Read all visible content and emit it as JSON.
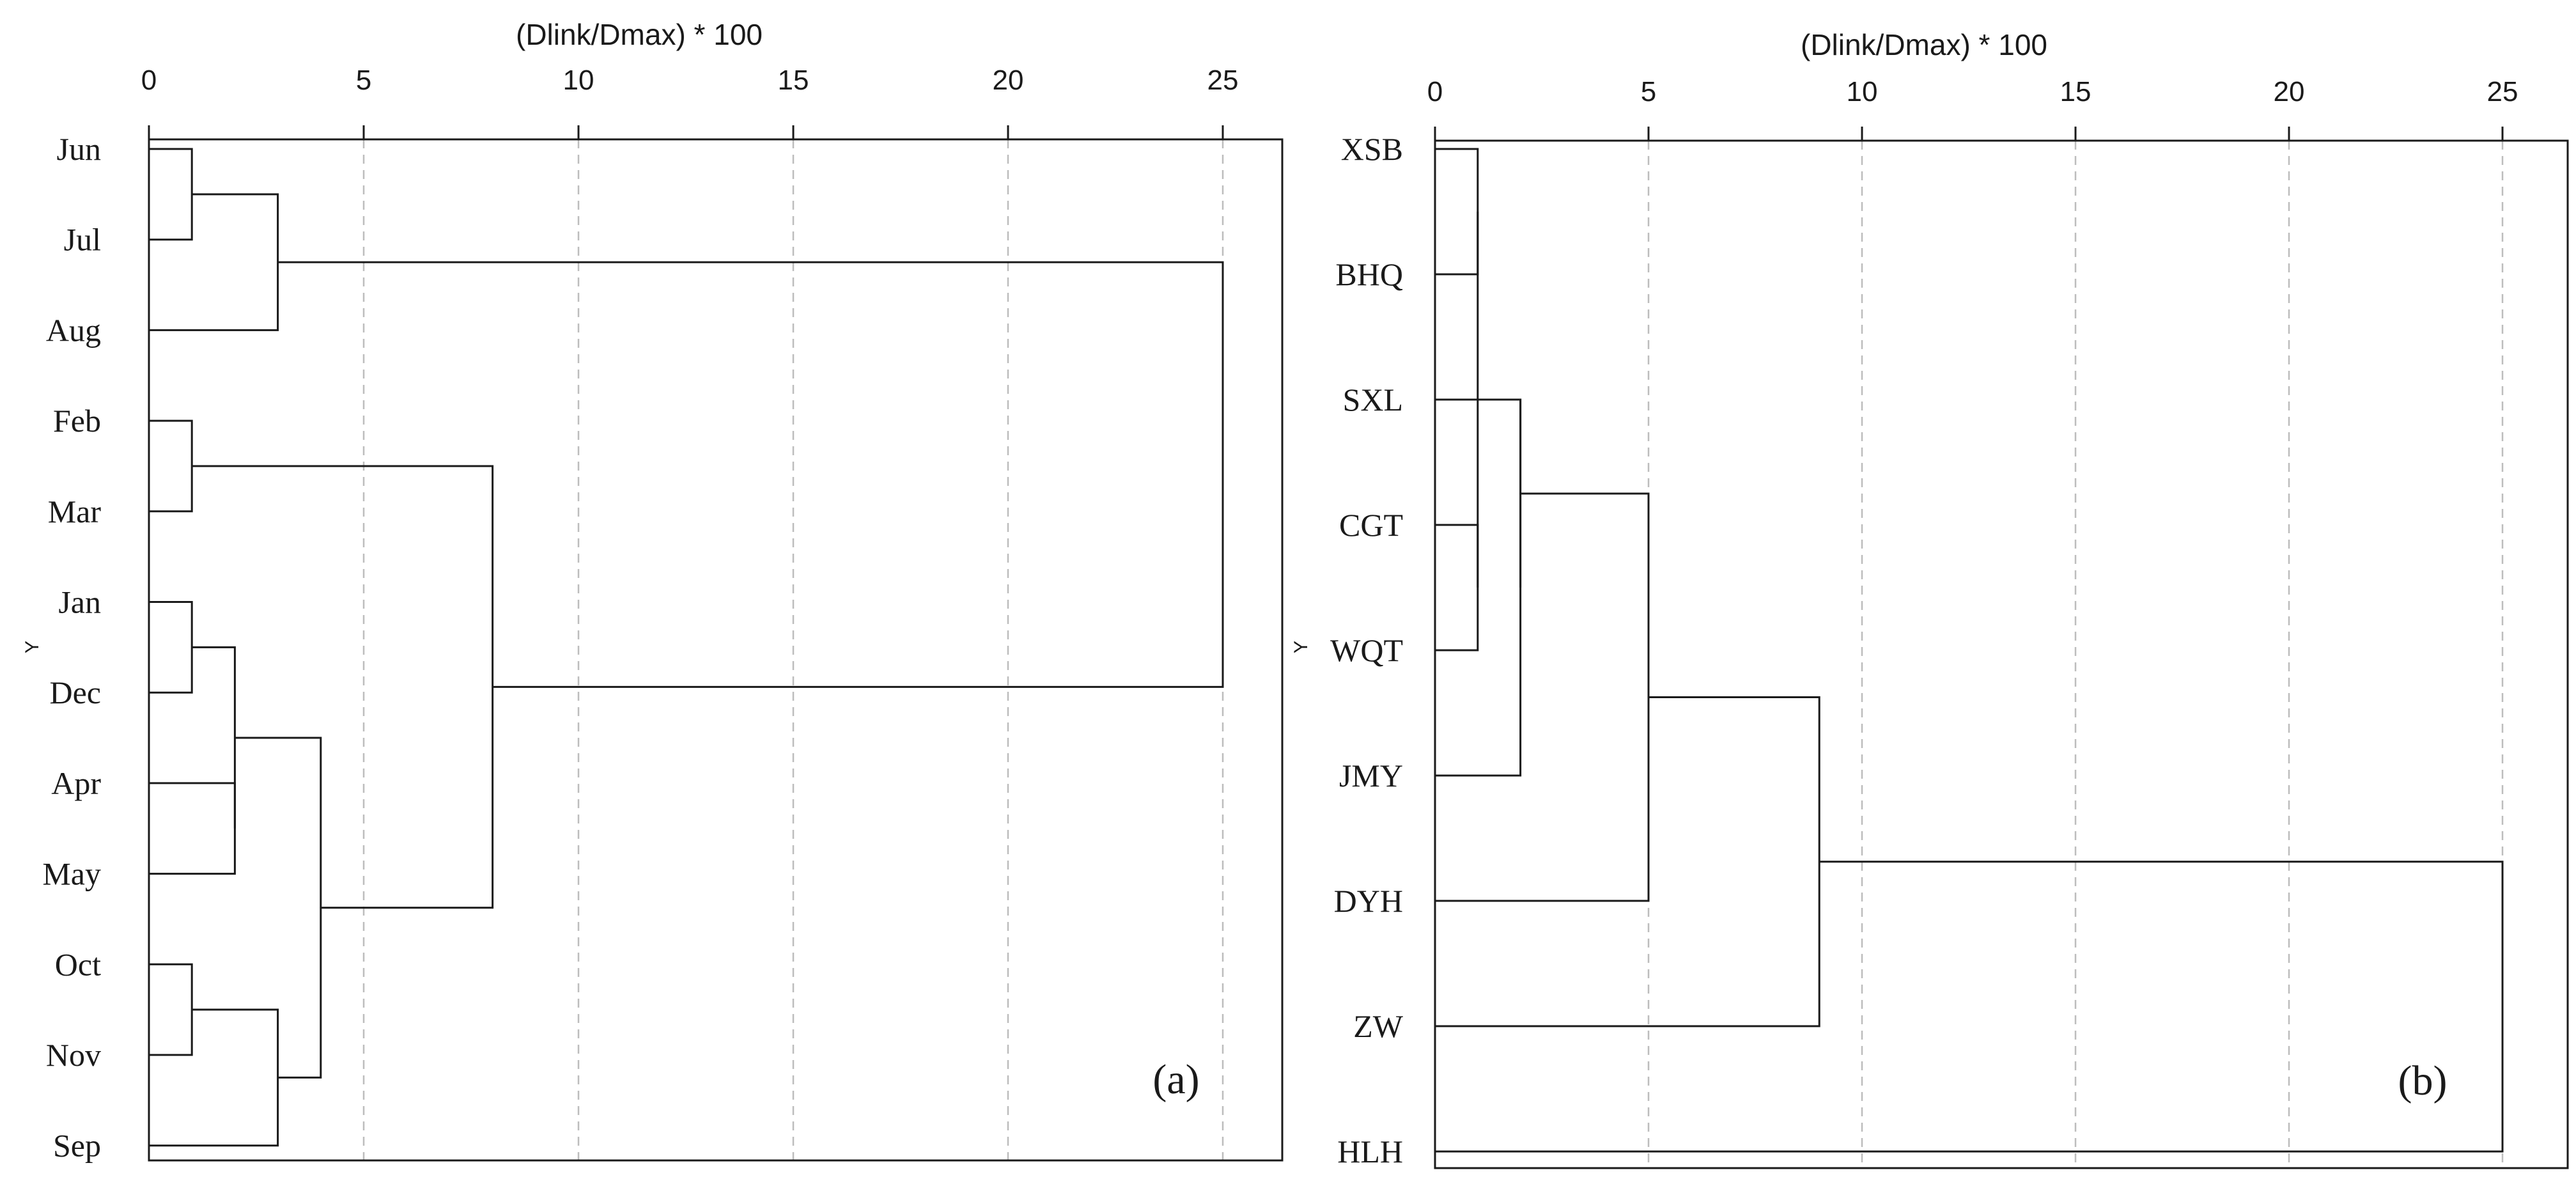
{
  "chart_data": [
    {
      "type": "dendrogram",
      "xlabel": "(Dlink/Dmax) * 100",
      "ylabel": "Y",
      "panel_label": "(a)",
      "xlim": [
        0,
        26
      ],
      "xticks": [
        "0",
        "5",
        "10",
        "15",
        "20",
        "25"
      ],
      "grid": true,
      "leaves": [
        "Jun",
        "Jul",
        "Aug",
        "Feb",
        "Mar",
        "Jan",
        "Dec",
        "Apr",
        "May",
        "Oct",
        "Nov",
        "Sep"
      ],
      "merges": [
        {
          "a": "Jun",
          "b": "Jul",
          "height": 1
        },
        {
          "a": "Jun+Jul",
          "b": "Aug",
          "height": 3
        },
        {
          "a": "Feb",
          "b": "Mar",
          "height": 1
        },
        {
          "a": "Jan",
          "b": "Dec",
          "height": 1
        },
        {
          "a": "Apr",
          "b": "May",
          "height": 2
        },
        {
          "a": "Jan+Dec",
          "b": "Apr+May",
          "height": 2
        },
        {
          "a": "Oct",
          "b": "Nov",
          "height": 1
        },
        {
          "a": "Oct+Nov",
          "b": "Sep",
          "height": 3
        },
        {
          "a": "Jan+Dec+Apr+May",
          "b": "Oct+Nov+Sep",
          "height": 4
        },
        {
          "a": "Feb+Mar",
          "b": "Jan+Dec+Apr+May+Oct+Nov+Sep",
          "height": 8
        },
        {
          "a": "Jun+Jul+Aug",
          "b": "rest",
          "height": 25
        }
      ]
    },
    {
      "type": "dendrogram",
      "xlabel": "(Dlink/Dmax) * 100",
      "ylabel": "Y",
      "panel_label": "(b)",
      "xlim": [
        0,
        26
      ],
      "xticks": [
        "0",
        "5",
        "10",
        "15",
        "20",
        "25"
      ],
      "grid": true,
      "leaves": [
        "XSB",
        "BHQ",
        "SXL",
        "CGT",
        "WQT",
        "JMY",
        "DYH",
        "ZW",
        "HLH"
      ],
      "merges": [
        {
          "a": "XSB",
          "b": "BHQ",
          "height": 1
        },
        {
          "a": "CGT",
          "b": "WQT",
          "height": 1
        },
        {
          "a": "XSB+BHQ",
          "b": "CGT+WQT",
          "height": 1
        },
        {
          "a": "SXL",
          "b": "JMY",
          "height": 2
        },
        {
          "a": "XSB+BHQ+CGT+WQT",
          "b": "SXL+JMY",
          "height": 2
        },
        {
          "a": "group",
          "b": "DYH",
          "height": 5
        },
        {
          "a": "group+DYH",
          "b": "ZW",
          "height": 9
        },
        {
          "a": "group+DYH+ZW",
          "b": "HLH",
          "height": 25
        }
      ]
    }
  ]
}
